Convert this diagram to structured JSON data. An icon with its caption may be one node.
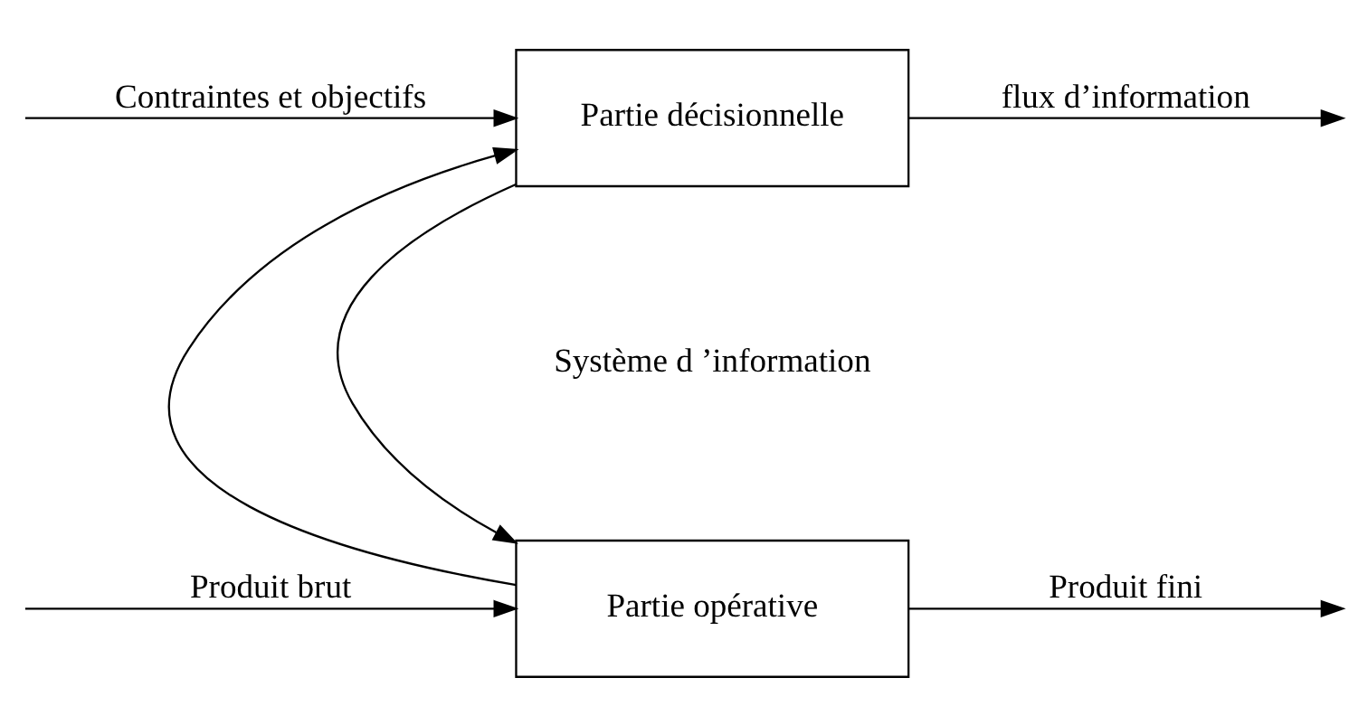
{
  "diagram": {
    "nodes": [
      {
        "text": [
          "Partie décisionnelle"
        ]
      },
      {
        "text": [
          "Partie opérative"
        ]
      }
    ],
    "edges": [
      {
        "from": null,
        "to": 0,
        "arrow": "to",
        "label": "Contraintes et objectifs"
      },
      {
        "from": 0,
        "to": null,
        "arrow": "to",
        "label": "flux d’information"
      },
      {
        "from": 0,
        "to": 1,
        "arrow": "to"
      },
      {
        "from": 1,
        "to": 0,
        "arrow": "to"
      },
      {
        "from": null,
        "to": 1,
        "arrow": "to",
        "label": "Produit brut"
      },
      {
        "from": 1,
        "to": null,
        "arrow": "to",
        "label": "Produit fini"
      }
    ],
    "labels": [
      "Système d ’information"
    ]
  }
}
